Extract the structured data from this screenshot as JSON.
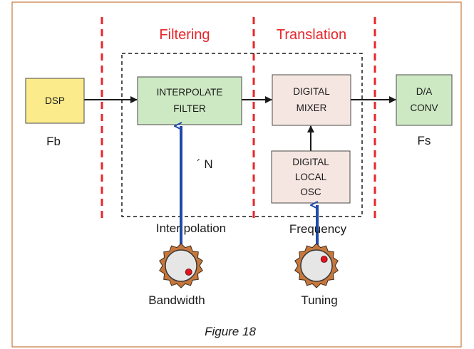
{
  "zones": {
    "filtering": "Filtering",
    "translation": "Translation"
  },
  "blocks": {
    "dsp": [
      "DSP"
    ],
    "interpolate_filter": [
      "INTERPOLATE",
      "FILTER"
    ],
    "digital_mixer": [
      "DIGITAL",
      "MIXER"
    ],
    "da_conv": [
      "D/A",
      "CONV"
    ],
    "local_osc": [
      "DIGITAL",
      "LOCAL",
      "OSC"
    ]
  },
  "labels": {
    "fb": "Fb",
    "fs": "Fs",
    "times_n": "´ N",
    "interpolation": "Inter polation",
    "frequency": "Frequency",
    "bandwidth": "Bandwidth",
    "tuning": "Tuning"
  },
  "caption": "Figure 18",
  "colors": {
    "zone_red": "#e8262b",
    "dsp_fill": "#fbeb8a",
    "filter_fill": "#cde9c3",
    "mixer_fill": "#f6e6e2",
    "da_fill": "#cde9c3",
    "control_blue": "#1f4aa8",
    "knob_ring": "#c7773c",
    "knob_body": "#e6e6e6",
    "knob_dot": "#e0141e"
  },
  "icons": {
    "knob": "rotary-knob-icon"
  }
}
